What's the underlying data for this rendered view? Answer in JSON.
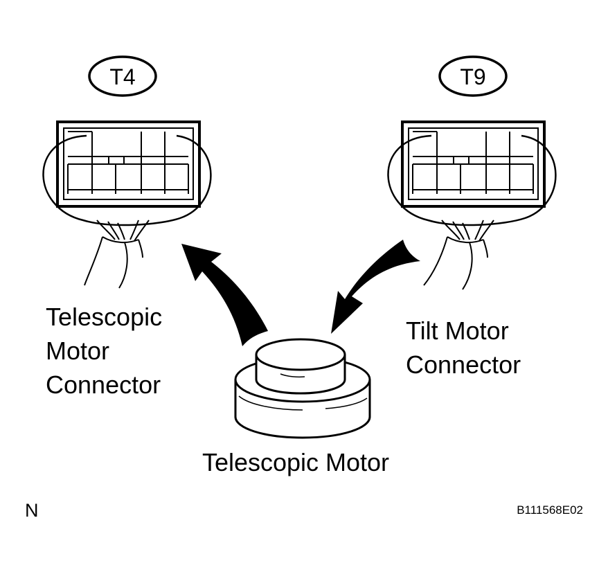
{
  "connectors": {
    "left": {
      "tag": "T4",
      "label_lines": [
        "Telescopic",
        "Motor",
        "Connector"
      ]
    },
    "right": {
      "tag": "T9",
      "label_lines": [
        "Tilt Motor",
        "Connector"
      ]
    }
  },
  "motor": {
    "label": "Telescopic Motor"
  },
  "footer": {
    "view_mark": "N",
    "reference_code": "B111568E02"
  }
}
